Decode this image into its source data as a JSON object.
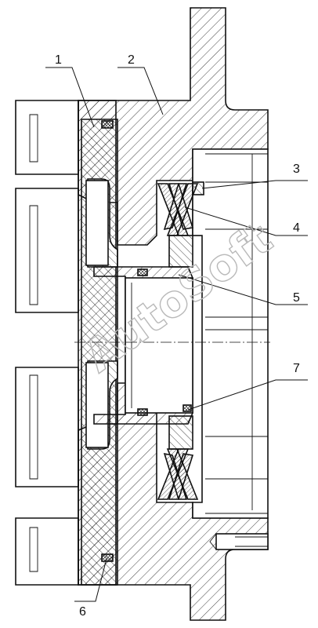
{
  "drawing": {
    "watermark": "AutoSoft",
    "callouts": [
      {
        "id": "1",
        "label": "1"
      },
      {
        "id": "2",
        "label": "2"
      },
      {
        "id": "3",
        "label": "3"
      },
      {
        "id": "4",
        "label": "4"
      },
      {
        "id": "5",
        "label": "5"
      },
      {
        "id": "6",
        "label": "6"
      },
      {
        "id": "7",
        "label": "7"
      }
    ],
    "colors": {
      "line": "#111111",
      "watermark": "#b9b9b9",
      "paper": "#ffffff"
    }
  }
}
